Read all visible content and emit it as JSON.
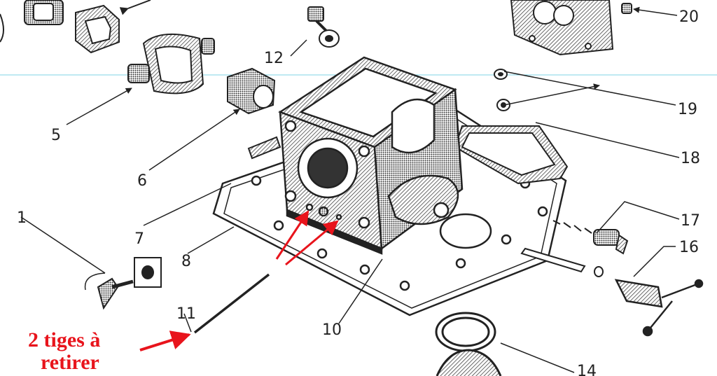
{
  "diagram": {
    "callouts": [
      {
        "id": "1",
        "label": "1"
      },
      {
        "id": "5",
        "label": "5"
      },
      {
        "id": "6",
        "label": "6"
      },
      {
        "id": "7",
        "label": "7"
      },
      {
        "id": "8",
        "label": "8"
      },
      {
        "id": "10",
        "label": "10"
      },
      {
        "id": "11",
        "label": "11"
      },
      {
        "id": "12",
        "label": "12"
      },
      {
        "id": "14",
        "label": "14"
      },
      {
        "id": "16",
        "label": "16"
      },
      {
        "id": "17",
        "label": "17"
      },
      {
        "id": "18",
        "label": "18"
      },
      {
        "id": "19",
        "label": "19"
      },
      {
        "id": "20",
        "label": "20"
      }
    ],
    "annotation": {
      "line1": "2 tiges à",
      "line2": "retirer",
      "color": "#e8141c"
    },
    "colors": {
      "ink": "#222222",
      "shade": "#555555",
      "guide": "#7fd3e6",
      "paper": "#ffffff"
    }
  }
}
